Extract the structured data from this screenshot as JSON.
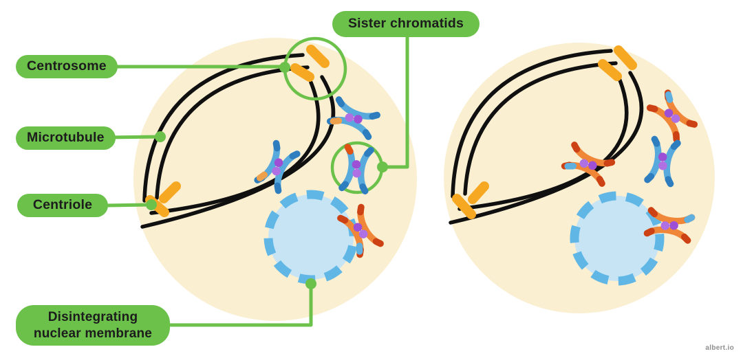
{
  "labels": {
    "centrosome": "Centrosome",
    "microtubule": "Microtubule",
    "centriole": "Centriole",
    "sister_chromatids": "Sister chromatids",
    "disintegrating_nuclear_membrane": "Disintegrating nuclear membrane"
  },
  "watermark": "albert.io",
  "colors": {
    "label_green": "#6CC14B",
    "label_text": "#1C1C1C",
    "leader_green": "#6CC14B",
    "cell_fill": "#FAEFD1",
    "spindle_black": "#101010",
    "centriole_orange": "#F7A823",
    "nucleus_fill": "#C7E4F5",
    "nucleus_dash": "#60B7E6",
    "chromosome_blue": "#58AADD",
    "chromosome_blue_dark": "#2E7DBE",
    "chromosome_orange": "#EF8638",
    "chromosome_orange_dark": "#CD4214",
    "centromere_purple": "#9D4FD6",
    "centromere_purple_light": "#AF70E4",
    "band_orange": "#EDA14D",
    "band_blue": "#5FB0DF",
    "red_tip": "#E05313",
    "watermark_gray": "#8E8E8E",
    "page_bg": "#FFFFFF"
  }
}
